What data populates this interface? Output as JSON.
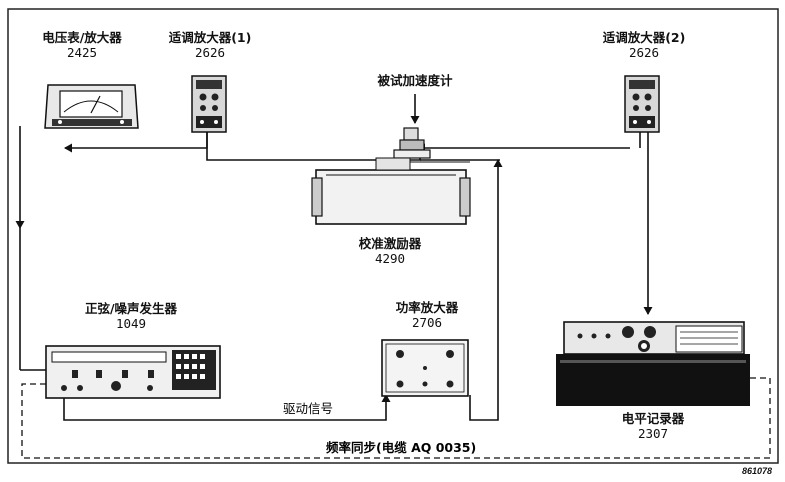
{
  "devices": {
    "voltmeter": {
      "name": "电压表/放大器",
      "model": "2425"
    },
    "amp1": {
      "name": "适调放大器(1)",
      "model": "2626"
    },
    "amp2": {
      "name": "适调放大器(2)",
      "model": "2626"
    },
    "accelerometer": {
      "name": "被试加速度计"
    },
    "exciter": {
      "name": "校准激励器",
      "model": "4290"
    },
    "generator": {
      "name": "正弦/噪声发生器",
      "model": "1049"
    },
    "power_amp": {
      "name": "功率放大器",
      "model": "2706"
    },
    "recorder": {
      "name": "电平记录器",
      "model": "2307"
    }
  },
  "signals": {
    "drive": "驱动信号",
    "sync": "频率同步(电缆 AQ 0035)"
  },
  "figure_code": "861078"
}
